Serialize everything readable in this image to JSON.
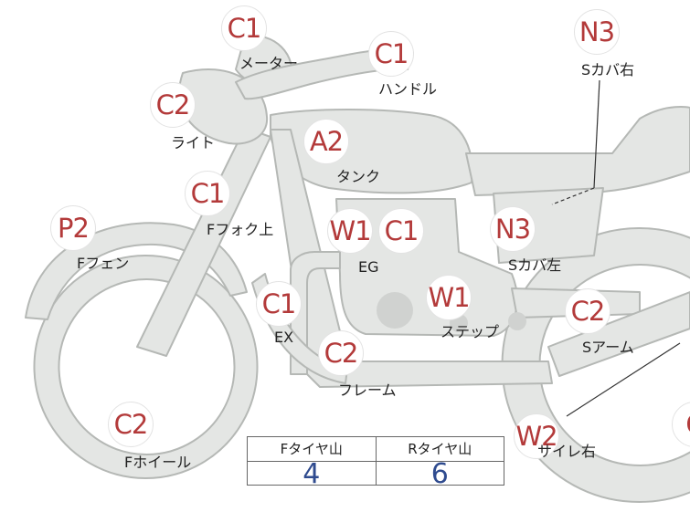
{
  "parts": [
    {
      "id": "meter",
      "grade": "C1",
      "label": "メーター"
    },
    {
      "id": "handle",
      "grade": "C1",
      "label": "ハンドル"
    },
    {
      "id": "light",
      "grade": "C2",
      "label": "ライト"
    },
    {
      "id": "tank",
      "grade": "A2",
      "label": "タンク"
    },
    {
      "id": "fork-upper",
      "grade": "C1",
      "label": "Fフォク上"
    },
    {
      "id": "front-fender",
      "grade": "P2",
      "label": "Fフェン"
    },
    {
      "id": "engine-w1",
      "grade": "W1",
      "label": "EG"
    },
    {
      "id": "engine-c1",
      "grade": "C1",
      "label": ""
    },
    {
      "id": "step",
      "grade": "W1",
      "label": "ステップ"
    },
    {
      "id": "exhaust",
      "grade": "C1",
      "label": "EX"
    },
    {
      "id": "frame",
      "grade": "C2",
      "label": "フレーム"
    },
    {
      "id": "front-wheel",
      "grade": "C2",
      "label": "Fホイール"
    },
    {
      "id": "side-cover-right",
      "grade": "N3",
      "label": "Sカバ右"
    },
    {
      "id": "side-cover-left",
      "grade": "N3",
      "label": "Sカバ左"
    },
    {
      "id": "swing-arm",
      "grade": "C2",
      "label": "Sアーム"
    },
    {
      "id": "silencer-right",
      "grade": "W2",
      "label": "サイレ右"
    },
    {
      "id": "edge-badge",
      "grade": "C",
      "label": ""
    }
  ],
  "tire_table": {
    "headers": [
      "Fタイヤ山",
      "Rタイヤ山"
    ],
    "values": [
      "4",
      "6"
    ]
  },
  "colors": {
    "badge_text": "#b33a3a",
    "table_value": "#2f4b8f",
    "bike_fill": "#e4e6e4",
    "bike_stroke": "#b5b8b5"
  }
}
